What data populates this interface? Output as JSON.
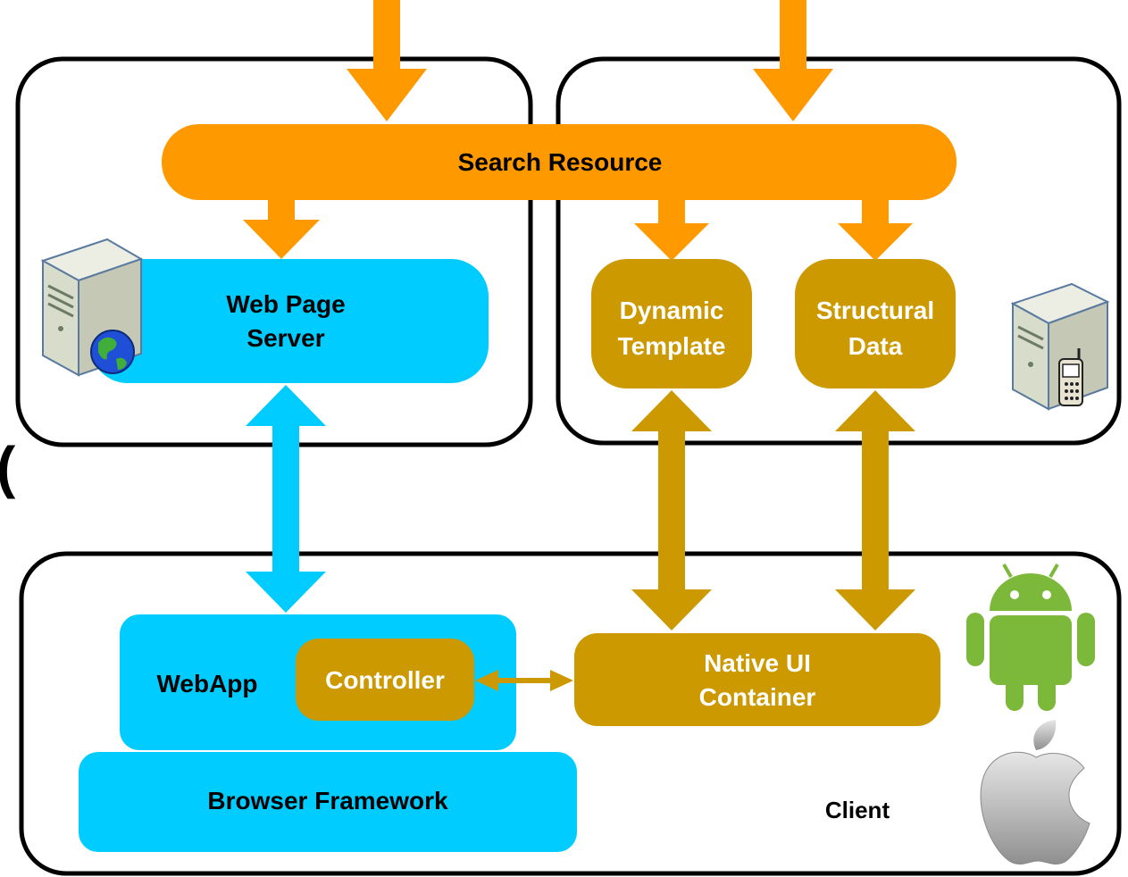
{
  "colors": {
    "orange": "#ff9900",
    "cyan": "#00ccff",
    "gold": "#cc9900",
    "text_dark": "#000000",
    "text_light": "#ffffff",
    "frame": "#000000"
  },
  "icons": {
    "web_server": "server-globe-icon",
    "mobile_server": "server-phone-icon",
    "android": "android-icon",
    "apple": "apple-icon"
  },
  "labels": {
    "search_resource": "Search Resource",
    "web_page_server_line1": "Web Page",
    "web_page_server_line2": "Server",
    "dynamic_template_line1": "Dynamic",
    "dynamic_template_line2": "Template",
    "structural_data_line1": "Structural",
    "structural_data_line2": "Data",
    "webapp": "WebApp",
    "controller": "Controller",
    "native_ui_line1": "Native UI",
    "native_ui_line2": "Container",
    "browser_framework": "Browser Framework",
    "client": "Client",
    "stray_paren": "("
  }
}
